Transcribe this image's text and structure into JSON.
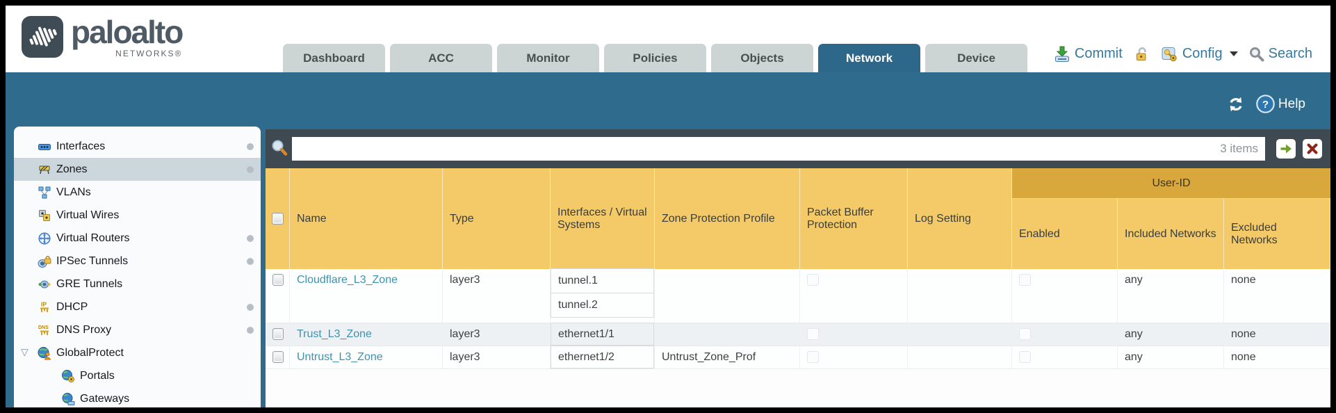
{
  "colors": {
    "teal_band": "#2f6b8d",
    "active_tab": "#2d688a",
    "header_amber": "#f3ca67",
    "group_amber": "#d9a83c",
    "link": "#3e92b0",
    "filter_bar": "#3f4951"
  },
  "header": {
    "brand": {
      "name": "paloalto",
      "sub": "NETWORKS®"
    },
    "tabs": [
      {
        "label": "Dashboard",
        "active": false
      },
      {
        "label": "ACC",
        "active": false
      },
      {
        "label": "Monitor",
        "active": false
      },
      {
        "label": "Policies",
        "active": false
      },
      {
        "label": "Objects",
        "active": false
      },
      {
        "label": "Network",
        "active": true
      },
      {
        "label": "Device",
        "active": false
      }
    ],
    "actions": {
      "commit": "Commit",
      "config": "Config",
      "search": "Search"
    }
  },
  "toolbar": {
    "help_label": "Help"
  },
  "sidebar": {
    "items": [
      {
        "label": "Interfaces",
        "icon": "interfaces",
        "dot": true
      },
      {
        "label": "Zones",
        "icon": "zones",
        "dot": true,
        "selected": true
      },
      {
        "label": "VLANs",
        "icon": "vlans"
      },
      {
        "label": "Virtual Wires",
        "icon": "virtual-wires"
      },
      {
        "label": "Virtual Routers",
        "icon": "virtual-routers",
        "dot": true
      },
      {
        "label": "IPSec Tunnels",
        "icon": "ipsec-tunnels",
        "dot": true
      },
      {
        "label": "GRE Tunnels",
        "icon": "gre-tunnels"
      },
      {
        "label": "DHCP",
        "icon": "dhcp",
        "dot": true
      },
      {
        "label": "DNS Proxy",
        "icon": "dns-proxy",
        "dot": true
      },
      {
        "label": "GlobalProtect",
        "icon": "globalprotect",
        "expanded": true
      },
      {
        "label": "Portals",
        "icon": "portals",
        "child": true
      },
      {
        "label": "Gateways",
        "icon": "gateways",
        "child": true
      }
    ]
  },
  "filterbar": {
    "value": "",
    "count": "3 items"
  },
  "table": {
    "group_header": "User-ID",
    "columns": [
      "",
      "Name",
      "Type",
      "Interfaces / Virtual Systems",
      "Zone Protection Profile",
      "Packet Buffer Protection",
      "Log Setting",
      "Enabled",
      "Included Networks",
      "Excluded Networks"
    ],
    "rows": [
      {
        "name": "Cloudflare_L3_Zone",
        "type": "layer3",
        "interfaces": [
          "tunnel.1",
          "tunnel.2"
        ],
        "zone_protection_profile": "",
        "log_setting": "",
        "included_networks": "any",
        "excluded_networks": "none"
      },
      {
        "name": "Trust_L3_Zone",
        "type": "layer3",
        "interfaces": [
          "ethernet1/1"
        ],
        "zone_protection_profile": "",
        "log_setting": "",
        "included_networks": "any",
        "excluded_networks": "none"
      },
      {
        "name": "Untrust_L3_Zone",
        "type": "layer3",
        "interfaces": [
          "ethernet1/2"
        ],
        "zone_protection_profile": "Untrust_Zone_Prof",
        "log_setting": "",
        "included_networks": "any",
        "excluded_networks": "none"
      }
    ]
  }
}
